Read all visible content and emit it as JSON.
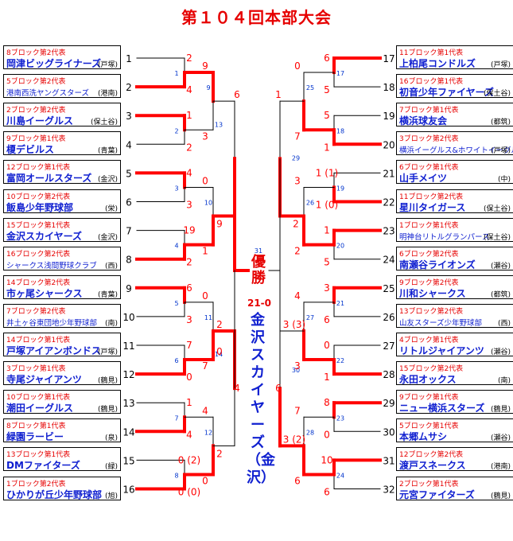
{
  "title": "第１０４回本部大会",
  "champion_label": "優勝",
  "final_score": "21-0",
  "winner_name": "金沢スカイヤーズ（金沢）",
  "left_teams": [
    {
      "seed": "1",
      "block": "8ブロック第2代表",
      "name": "岡津ビッグライナーズ",
      "area": "(戸塚)"
    },
    {
      "seed": "2",
      "block": "5ブロック第2代表",
      "name": "港南西洗ヤングスターズ",
      "area": "(港南)"
    },
    {
      "seed": "3",
      "block": "2ブロック第2代表",
      "name": "川島イーグルス",
      "area": "(保土谷)"
    },
    {
      "seed": "4",
      "block": "9ブロック第1代表",
      "name": "榎デビルス",
      "area": "(青葉)"
    },
    {
      "seed": "5",
      "block": "12ブロック第1代表",
      "name": "富岡オールスターズ",
      "area": "(金沢)"
    },
    {
      "seed": "6",
      "block": "10ブロック第2代表",
      "name": "飯島少年野球部",
      "area": "(栄)"
    },
    {
      "seed": "7",
      "block": "15ブロック第1代表",
      "name": "金沢スカイヤーズ",
      "area": "(金沢)"
    },
    {
      "seed": "8",
      "block": "16ブロック第2代表",
      "name": "シャークス浅間野球クラブ",
      "area": "(西)"
    },
    {
      "seed": "9",
      "block": "14ブロック第2代表",
      "name": "市ヶ尾シャークス",
      "area": "(青葉)"
    },
    {
      "seed": "10",
      "block": "7ブロック第2代表",
      "name": "井土ヶ谷東団地少年野球部",
      "area": "(南)"
    },
    {
      "seed": "11",
      "block": "14ブロック第1代表",
      "name": "戸塚アイアンボンドス",
      "area": "(戸塚)"
    },
    {
      "seed": "12",
      "block": "3ブロック第1代表",
      "name": "寺尾ジャイアンツ",
      "area": "(鶴見)"
    },
    {
      "seed": "13",
      "block": "10ブロック第1代表",
      "name": "潮田イーグルス",
      "area": "(鶴見)"
    },
    {
      "seed": "14",
      "block": "8ブロック第1代表",
      "name": "緑園ラービー",
      "area": "(泉)"
    },
    {
      "seed": "15",
      "block": "13ブロック第1代表",
      "name": "DMファイターズ",
      "area": "(緑)"
    },
    {
      "seed": "16",
      "block": "1ブロック第2代表",
      "name": "ひかりが丘少年野球部",
      "area": "(旭)"
    }
  ],
  "right_teams": [
    {
      "seed": "17",
      "block": "11ブロック第1代表",
      "name": "上柏尾コンドルズ",
      "area": "(戸塚)"
    },
    {
      "seed": "18",
      "block": "16ブロック第1代表",
      "name": "初音少年ファイヤーズ",
      "area": "(保土谷)"
    },
    {
      "seed": "19",
      "block": "7ブロック第1代表",
      "name": "横浜球友会",
      "area": "(都筑)"
    },
    {
      "seed": "20",
      "block": "3ブロック第2代表",
      "name": "横浜イーグルス&ホワイトイーグルス合同",
      "area": "(戸塚)"
    },
    {
      "seed": "21",
      "block": "6ブロック第1代表",
      "name": "山手メイツ",
      "area": "(中)"
    },
    {
      "seed": "22",
      "block": "11ブロック第2代表",
      "name": "星川タイガース",
      "area": "(保土谷)"
    },
    {
      "seed": "23",
      "block": "1ブロック第1代表",
      "name": "明神台リトルグランパース",
      "area": "(保土谷)"
    },
    {
      "seed": "24",
      "block": "6ブロック第2代表",
      "name": "南瀬谷ライオンズ",
      "area": "(瀬谷)"
    },
    {
      "seed": "25",
      "block": "9ブロック第2代表",
      "name": "川和シャークス",
      "area": "(都筑)"
    },
    {
      "seed": "26",
      "block": "13ブロック第2代表",
      "name": "山友スターズ少年野球部",
      "area": "(西)"
    },
    {
      "seed": "27",
      "block": "4ブロック第1代表",
      "name": "リトルジャイアンツ",
      "area": "(瀬谷)"
    },
    {
      "seed": "28",
      "block": "15ブロック第2代表",
      "name": "永田オックス",
      "area": "(南)"
    },
    {
      "seed": "29",
      "block": "9ブロック第1代表",
      "name": "ニュー横浜スターズ",
      "area": "(鶴見)"
    },
    {
      "seed": "30",
      "block": "5ブロック第1代表",
      "name": "本郷ムサシ",
      "area": "(瀬谷)"
    },
    {
      "seed": "31",
      "block": "12ブロック第2代表",
      "name": "渡戸スネークス",
      "area": "(港南)"
    },
    {
      "seed": "32",
      "block": "2ブロック第1代表",
      "name": "元宮ファイターズ",
      "area": "(鶴見)"
    }
  ],
  "game_numbers": [
    "1",
    "2",
    "3",
    "4",
    "5",
    "6",
    "7",
    "8",
    "9",
    "10",
    "11",
    "12",
    "13",
    "14",
    "15",
    "16",
    "17",
    "18",
    "19",
    "20",
    "21",
    "22",
    "23",
    "24",
    "25",
    "26",
    "27",
    "28",
    "29",
    "30",
    "31"
  ],
  "scores": {
    "r1": [
      "2",
      "4",
      "1",
      "2",
      "4",
      "3",
      "19",
      "2",
      "6",
      "3",
      "7",
      "0",
      "1",
      "4",
      "0 (2)",
      "0 (0)",
      "6",
      "5",
      "5",
      "1",
      "1 (1)",
      "1 (0)",
      "1",
      "5",
      "3",
      "6",
      "0",
      "1",
      "8",
      "0",
      "10",
      "6"
    ],
    "r2": [
      "9",
      "3",
      "0",
      "1",
      "0",
      "7",
      "4",
      "0",
      "0",
      "7",
      "3",
      "2",
      "4",
      "3",
      "7",
      "6"
    ],
    "r3": [
      "6",
      "9",
      "2",
      "2",
      "1",
      "3 (3)",
      "3 (2)"
    ],
    "r3b": [
      "4",
      "6"
    ],
    "r4": [
      "2",
      "0"
    ]
  }
}
